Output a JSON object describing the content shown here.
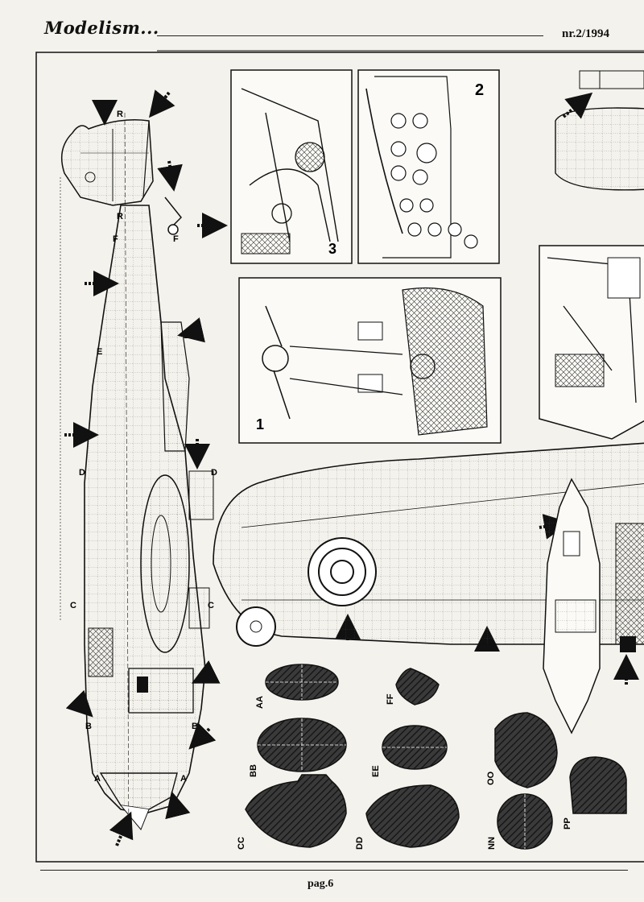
{
  "header": {
    "magazine": "Modelism...",
    "issue": "nr.2/1994"
  },
  "footer": {
    "page": "pag.6"
  },
  "station_labels": [
    "R",
    "F",
    "E",
    "D",
    "C",
    "B",
    "A"
  ],
  "cockpit_panels": [
    "1",
    "2",
    "3"
  ],
  "cross_sections": [
    "AA",
    "BB",
    "CC",
    "DD",
    "EE",
    "FF",
    "NN",
    "OO",
    "PP"
  ]
}
